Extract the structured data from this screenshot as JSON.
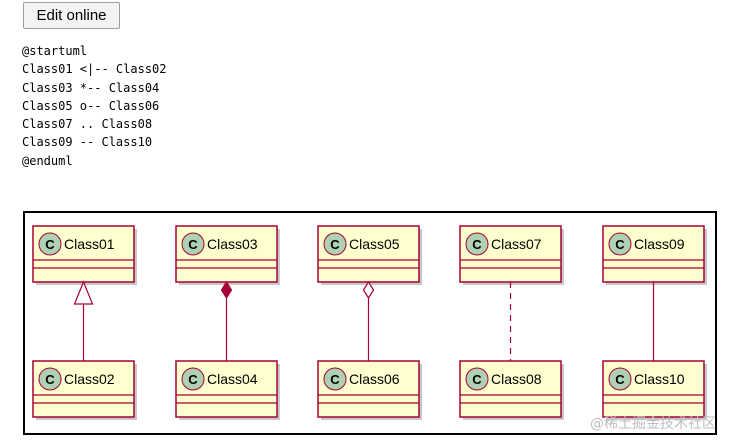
{
  "toolbar": {
    "edit_label": "Edit online"
  },
  "source": {
    "lines": [
      "@startuml",
      "Class01 <|-- Class02",
      "Class03 *-- Class04",
      "Class05 o-- Class06",
      "Class07 .. Class08",
      "Class09 -- Class10",
      "@enduml"
    ]
  },
  "diagram": {
    "class_icon_letter": "C",
    "colors": {
      "class_fill": "#fefece",
      "class_border": "#a80036",
      "icon_fill": "#add1b2",
      "relation_line": "#a80036"
    },
    "top_classes": [
      "Class01",
      "Class03",
      "Class05",
      "Class07",
      "Class09"
    ],
    "bottom_classes": [
      "Class02",
      "Class04",
      "Class06",
      "Class08",
      "Class10"
    ],
    "relations": [
      {
        "from": "Class01",
        "to": "Class02",
        "kind": "extension"
      },
      {
        "from": "Class03",
        "to": "Class04",
        "kind": "composition"
      },
      {
        "from": "Class05",
        "to": "Class06",
        "kind": "aggregation"
      },
      {
        "from": "Class07",
        "to": "Class08",
        "kind": "dotted"
      },
      {
        "from": "Class09",
        "to": "Class10",
        "kind": "association"
      }
    ]
  },
  "watermark": {
    "text": "@稀土掘金技术社区"
  }
}
